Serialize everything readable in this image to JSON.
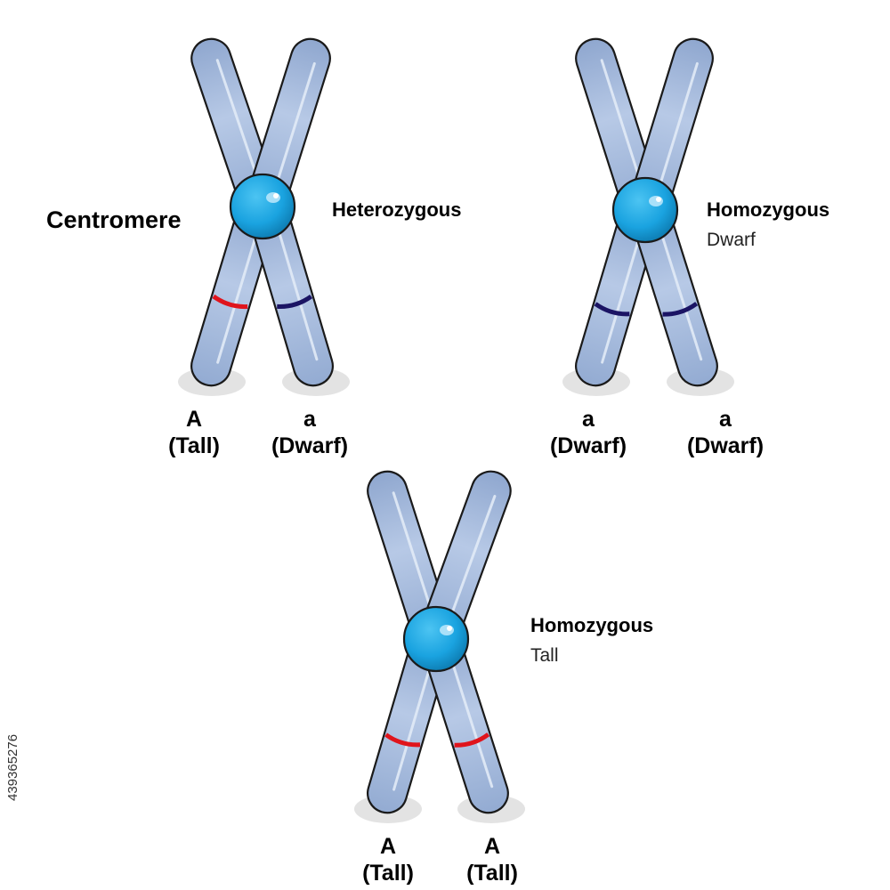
{
  "colors": {
    "chromatid_fill": "#a9bedf",
    "chromatid_outline": "#1a1a1a",
    "highlight": "#e2ebf7",
    "centromere": "#1aa3e0",
    "centromere_dark": "#0d7fb8",
    "tall_band": "#e0141c",
    "dwarf_band": "#1b1464",
    "shadow": "#dcdcdc"
  },
  "labels": {
    "centromere": "Centromere",
    "heterozygous": "Heterozygous",
    "homozygous_dwarf_title": "Homozygous",
    "homozygous_dwarf_sub": "Dwarf",
    "homozygous_tall_title": "Homozygous",
    "homozygous_tall_sub": "Tall"
  },
  "chromosomes": [
    {
      "name": "heterozygous",
      "left_allele": {
        "letter": "A",
        "trait": "(Tall)",
        "band": "tall"
      },
      "right_allele": {
        "letter": "a",
        "trait": "(Dwarf)",
        "band": "dwarf"
      }
    },
    {
      "name": "homozygous-dwarf",
      "left_allele": {
        "letter": "a",
        "trait": "(Dwarf)",
        "band": "dwarf"
      },
      "right_allele": {
        "letter": "a",
        "trait": "(Dwarf)",
        "band": "dwarf"
      }
    },
    {
      "name": "homozygous-tall",
      "left_allele": {
        "letter": "A",
        "trait": "(Tall)",
        "band": "tall"
      },
      "right_allele": {
        "letter": "A",
        "trait": "(Tall)",
        "band": "tall"
      }
    }
  ],
  "stock_id": "439365276"
}
